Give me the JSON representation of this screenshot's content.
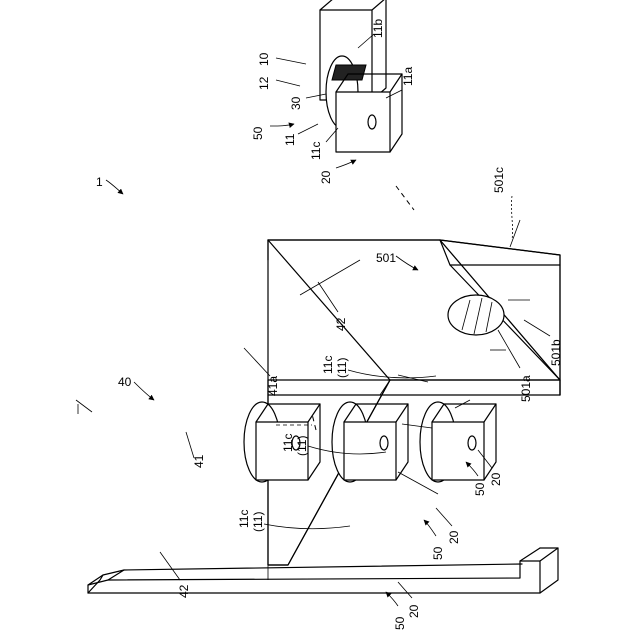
{
  "labels": {
    "fig": "1",
    "tray": "40",
    "bar_41": "41",
    "bar_41a": "41a",
    "end_42_top": "42",
    "end_42_bottom": "42",
    "body_501": "501",
    "face_501a": "501a",
    "face_501b": "501b",
    "face_501c": "501c",
    "c1_11c": "11c",
    "c1_11": "(11)",
    "c2_11c": "11c",
    "c2_11": "(11)",
    "c3_11c": "11c",
    "c3_11": "(11)",
    "a1_50": "50",
    "a1_20": "20",
    "a2_50": "50",
    "a2_20": "20",
    "a3_50": "50",
    "a3_20": "20",
    "ex_12": "12",
    "ex_10": "10",
    "ex_11b": "11b",
    "ex_11a": "11a",
    "ex_30": "30",
    "ex_50": "50",
    "ex_11": "11",
    "ex_11c": "11c",
    "ex_20": "20"
  }
}
